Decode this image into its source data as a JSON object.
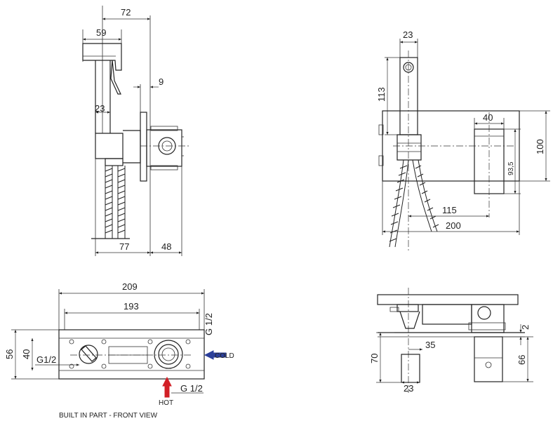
{
  "dimensions": {
    "side_total_depth": "72",
    "side_handle_length": "59",
    "side_plate_thickness": "9",
    "side_handle_width": "23",
    "side_box_depth": "77",
    "side_box_offset": "48",
    "front_handle_width": "23",
    "front_handle_height": "113",
    "front_knob_width": "40",
    "front_plate_height": "100",
    "front_center_height": "93,5",
    "front_center_offset": "115",
    "front_plate_width": "200",
    "plan_total_length": "209",
    "plan_hole_spacing": "193",
    "plan_height": "56",
    "plan_inner_height": "40",
    "bottom_gap": "2",
    "bottom_knob_offset": "35",
    "bottom_height": "70",
    "bottom_box_height": "66",
    "bottom_handle_width": "23"
  },
  "connections": {
    "left_thread": "G1/2",
    "top_thread": "G 1/2",
    "bottom_thread": "G 1/2",
    "cold_label": "COLD",
    "hot_label": "HOT"
  },
  "colors": {
    "cold_arrow": "#2b3f9a",
    "hot_arrow": "#d21f26"
  },
  "caption": "BUILT IN PART - FRONT VIEW"
}
